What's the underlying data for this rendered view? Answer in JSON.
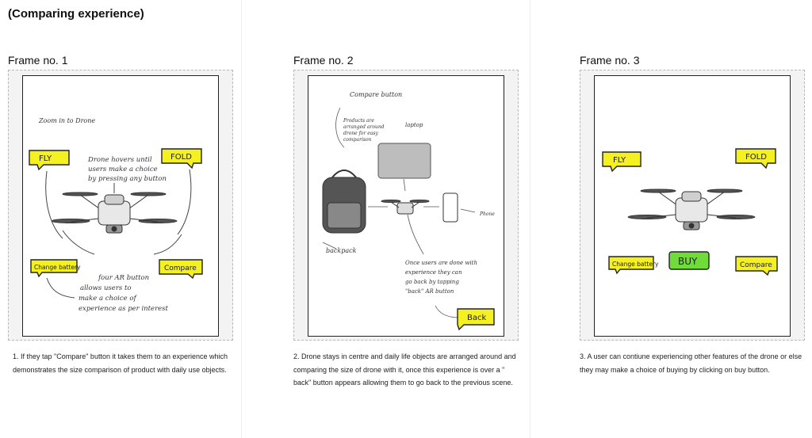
{
  "page": {
    "title": "(Comparing experience)"
  },
  "frames": [
    {
      "label": "Frame no. 1",
      "caption": "1. If they tap \"Compare\" button it takes them to an experience which demonstrates the size comparison of product with daily use objects.",
      "sketch": {
        "zoom_note": "Zoom in to Drone",
        "hover_note": "Drone hovers until users make a choice by pressing any button",
        "ar_note": "four AR button allows users to make a choice of experience as per interest",
        "fly": "FLY",
        "fold": "FOLD",
        "change_battery": "Change battery",
        "compare": "Compare"
      }
    },
    {
      "label": "Frame no. 2",
      "caption": "2. Drone stays in centre and daily life objects are arranged around and comparing the size of drone with it, once this experience is over a \" back\" button appears allowing them to go back to the previous scene.",
      "sketch": {
        "compare_button": "Compare button",
        "objects_note": "Products are arranged around drone for easy comparison",
        "laptop": "laptop",
        "phone": "Phone",
        "backpack": "backpack",
        "once_note": "Once users are done with experience they can go back by tapping \"back\" AR button",
        "back": "Back"
      }
    },
    {
      "label": "Frame no. 3",
      "caption": "3. A user can contiune experiencing other features of the drone or else they may make a choice of buying by clicking on buy button.",
      "sketch": {
        "fly": "FLY",
        "fold": "FOLD",
        "change_battery": "Change battery",
        "buy": "BUY",
        "compare": "Compare"
      }
    }
  ],
  "colors": {
    "ar_button_yellow": "#f5f020",
    "buy_green": "#6fdc3a",
    "frame_bg": "#f3f3f3"
  }
}
